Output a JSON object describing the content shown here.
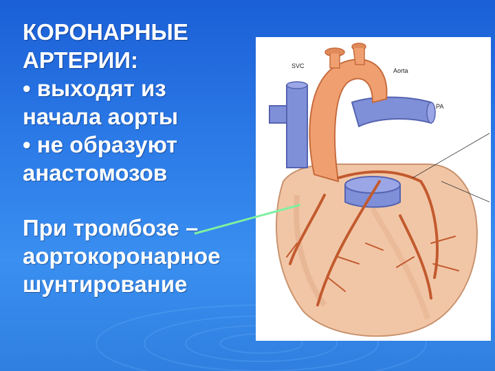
{
  "slide": {
    "lines": [
      "КОРОНАРНЫЕ",
      "АРТЕРИИ:",
      "• выходят из",
      "начала аорты",
      "• не образуют",
      "анастомозов"
    ],
    "note_lines": [
      "При тромбозе –",
      "аортокоронарное",
      "шунтирование"
    ]
  },
  "figure": {
    "labels": {
      "svc": "SVC",
      "aorta": "Aorta",
      "pa": "PA"
    },
    "colors": {
      "background": "#ffffff",
      "heart": "#f1c6a6",
      "aorta": "#f0a070",
      "vessels_blue": "#7f8fd8",
      "arteries": "#c25a2e"
    }
  },
  "colors": {
    "slide_background": "#2a78e6",
    "text": "#ffffff",
    "pointer_line": "#7ff0a0"
  }
}
